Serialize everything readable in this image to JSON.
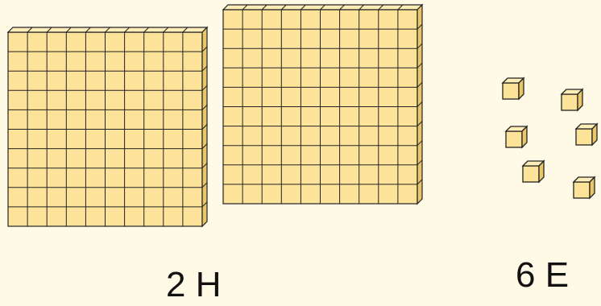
{
  "hundreds": {
    "count": 2,
    "label": "2 H"
  },
  "ones": {
    "count": 6,
    "label": "6 E"
  },
  "colors": {
    "background": "#fefae6",
    "cube_front": "#fde39a",
    "cube_top": "#fdeeb8",
    "cube_side": "#e9c668",
    "stroke": "#222222"
  }
}
